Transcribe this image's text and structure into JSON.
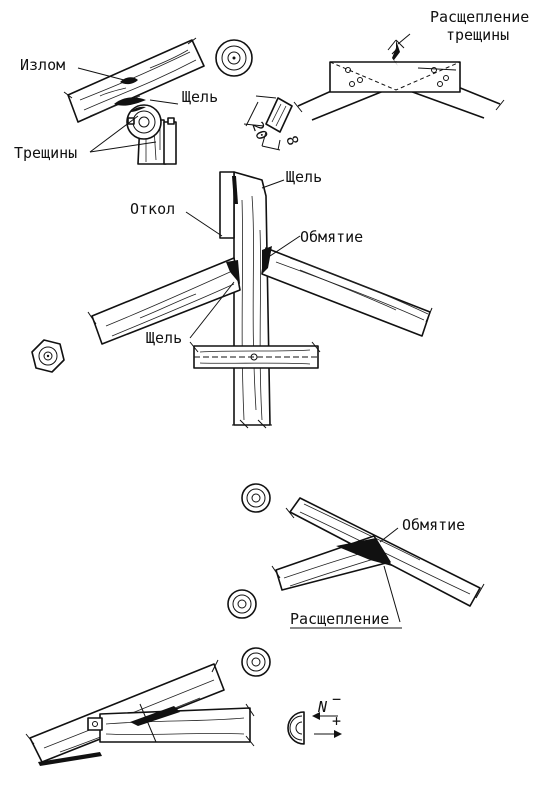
{
  "labels": {
    "izlom": "Излом",
    "shchel_top": "Щель",
    "treshchiny": "Трещины",
    "rasshcheplenie_top_1": "Расщепление",
    "rasshcheplenie_top_2": "трещины",
    "dim_20": "20",
    "dim_8": "8",
    "shchel_mid_top": "Щель",
    "otkol": "Откол",
    "obmyatie_mid": "Обмятие",
    "shchel_mid_bottom": "Щель",
    "obmyatie_low": "Обмятие",
    "rasshcheplenie_low": "Расщепление",
    "legend_n": "N",
    "legend_minus": "−",
    "legend_plus": "+"
  }
}
